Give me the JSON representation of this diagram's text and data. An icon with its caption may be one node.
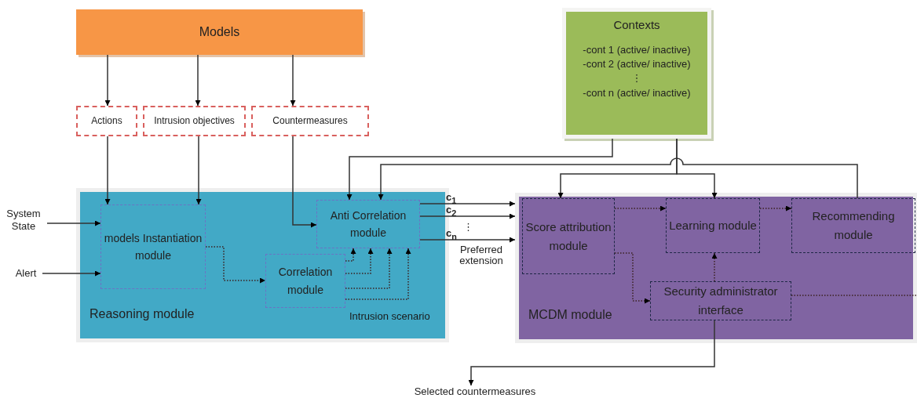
{
  "diagram": {
    "nodes": [
      {
        "text": [
          "Models"
        ]
      },
      {
        "text": [
          "Actions"
        ]
      },
      {
        "text": [
          "Intrusion objectives"
        ]
      },
      {
        "text": [
          "Countermeasures"
        ]
      },
      {
        "text": [
          "Contexts",
          "-cont 1 (active/ inactive)",
          "-cont 2 (active/ inactive)",
          "⋮",
          "-cont n (active/ inactive)"
        ]
      },
      {
        "text": [
          "Reasoning module"
        ]
      },
      {
        "text": [
          "models Instantiation module"
        ],
        "in": 5
      },
      {
        "text": [
          "Anti Correlation module"
        ],
        "in": 5
      },
      {
        "text": [
          "Correlation module"
        ],
        "in": 5
      },
      {
        "text": [
          "MCDM module"
        ]
      },
      {
        "text": [
          "Score attribution module"
        ],
        "in": 9
      },
      {
        "text": [
          "Learning module"
        ],
        "in": 9
      },
      {
        "text": [
          "Recommending module"
        ],
        "in": 9
      },
      {
        "text": [
          "Security administrator interface"
        ],
        "in": 9
      },
      {
        "text": [
          "System State"
        ]
      },
      {
        "text": [
          "Alert"
        ]
      },
      {
        "text": [
          "Selected countermeasures"
        ]
      }
    ],
    "edges": [
      {
        "from": 0,
        "to": 1,
        "arrow": "to"
      },
      {
        "from": 0,
        "to": 2,
        "arrow": "to"
      },
      {
        "from": 0,
        "to": 3,
        "arrow": "to"
      },
      {
        "from": 1,
        "to": 6,
        "arrow": "to"
      },
      {
        "from": 2,
        "to": 6,
        "arrow": "to"
      },
      {
        "from": 3,
        "to": 7,
        "arrow": "to"
      },
      {
        "from": 14,
        "to": 6,
        "arrow": "to"
      },
      {
        "from": 15,
        "to": 6,
        "arrow": "to"
      },
      {
        "from": 6,
        "to": 8,
        "arrow": "to",
        "style": "dashed"
      },
      {
        "from": 8,
        "to": 7,
        "arrow": "to",
        "style": "dashed"
      },
      {
        "from": 8,
        "to": 7,
        "arrow": "to",
        "style": "dashed"
      },
      {
        "from": 8,
        "to": 7,
        "arrow": "to",
        "style": "dashed"
      },
      {
        "from": 8,
        "to": 7,
        "arrow": "to",
        "style": "dashed"
      },
      {
        "from": 7,
        "to": 9,
        "arrow": "to",
        "label": "c$_{1}$"
      },
      {
        "from": 7,
        "to": 9,
        "arrow": "to",
        "label": "c$_{2}$"
      },
      {
        "from": 7,
        "to": 9,
        "arrow": "to",
        "label": "c$_{n}$"
      },
      {
        "from": 4,
        "to": 7,
        "arrow": "to"
      },
      {
        "from": 4,
        "to": 10,
        "arrow": "to"
      },
      {
        "from": 4,
        "to": 11,
        "arrow": "to"
      },
      {
        "from": 12,
        "to": 7,
        "arrow": "to"
      },
      {
        "from": 10,
        "to": 11,
        "arrow": "to",
        "style": "dashed"
      },
      {
        "from": 11,
        "to": 12,
        "arrow": "to",
        "style": "dashed"
      },
      {
        "from": 10,
        "to": 13,
        "arrow": "to",
        "style": "dashed"
      },
      {
        "from": 13,
        "to": 11,
        "arrow": "to",
        "style": "dashed"
      },
      {
        "from": 13,
        "to": null,
        "arrow": "none",
        "style": "dashed"
      },
      {
        "from": 13,
        "to": 16,
        "arrow": "to"
      }
    ],
    "labels": [
      "⋮",
      "Preferred extension",
      "Intrusion scenario"
    ]
  }
}
